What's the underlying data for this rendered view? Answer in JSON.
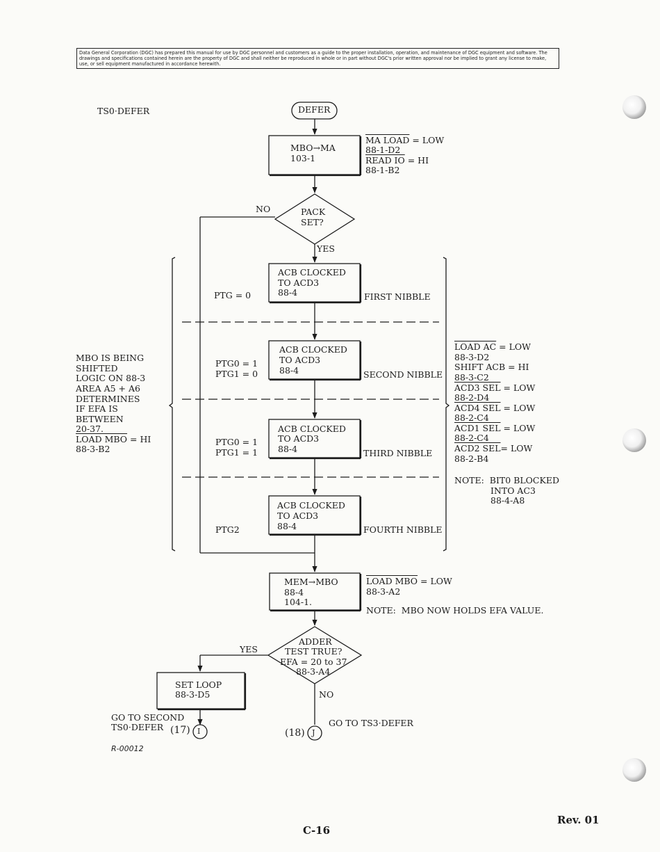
{
  "notice": "Data General Corporation (DGC) has prepared this manual for use by DGC personnel and customers as a guide to the proper installation, operation, and maintenance of DGC equipment and software. The drawings and specifications contained herein are the property of DGC and shall neither be reproduced in whole or in part without DGC's prior written approval nor be implied to grant any license to make, use, or sell equipment manufactured in accordance herewith.",
  "page_label": "TS0·DEFER",
  "start_terminal": "DEFER",
  "box1": {
    "line1": "MBO→MA",
    "line2": "103-1"
  },
  "box1_signals": {
    "s1_name": "MA LOAD",
    "s1_val": " = LOW",
    "s1_ref": "88-1-D2",
    "s2_name": "READ IO",
    "s2_val": " = HI",
    "s2_ref": "88-1-B2"
  },
  "decision1": {
    "line1": "PACK",
    "line2": "SET?",
    "no": "NO",
    "yes": "YES"
  },
  "nibbles": [
    {
      "l1": "ACB CLOCKED",
      "l2": "TO ACD3",
      "l3": "88-4",
      "ptg1": "PTG = 0",
      "ptg2": "",
      "label": "FIRST NIBBLE"
    },
    {
      "l1": "ACB CLOCKED",
      "l2": "TO ACD3",
      "l3": "88-4",
      "ptg1": "PTG0 = 1",
      "ptg2": "PTG1 = 0",
      "label": "SECOND NIBBLE"
    },
    {
      "l1": "ACB CLOCKED",
      "l2": "TO ACD3",
      "l3": "88-4",
      "ptg1": "PTG0 = 1",
      "ptg2": "PTG1 = 1",
      "label": "THIRD NIBBLE"
    },
    {
      "l1": "ACB CLOCKED",
      "l2": "TO ACD3",
      "l3": "88-4",
      "ptg1": "PTG2",
      "ptg2": "",
      "label": "FOURTH NIBBLE"
    }
  ],
  "left_note": {
    "l1": "MBO IS BEING",
    "l2": "SHIFTED",
    "l3": "LOGIC ON 88-3",
    "l4": "AREA A5 + A6",
    "l5": "DETERMINES",
    "l6": "IF EFA IS",
    "l7": "BETWEEN",
    "l8": "20-37.",
    "l9_name": "LOAD MBO",
    "l9_val": " = HI",
    "l10": "88-3-B2"
  },
  "right_signals": {
    "a_name": "LOAD AC",
    "a_val": " = LOW",
    "a_ref": "88-3-D2",
    "b": "SHIFT ACB = HI",
    "b_ref": "88-3-C2",
    "c_name": "ACD3 SEL",
    "c_val": " = LOW",
    "c_ref": "88-2-D4",
    "d_name": "ACD4 SEL",
    "d_val": " = LOW",
    "d_ref": "88-2-C4",
    "e_name": "ACD1 SEL",
    "e_val": " = LOW",
    "e_ref": "88-2-C4",
    "f_name": "ACD2 SEL",
    "f_val": "= LOW",
    "f_ref": "88-2-B4",
    "note1": "NOTE:  BIT0 BLOCKED",
    "note2": "INTO AC3",
    "note3": "88-4-A8"
  },
  "box_mem": {
    "l1": "MEM→MBO",
    "l2": "88-4",
    "l3": "104-1."
  },
  "box_mem_signals": {
    "name": "LOAD MBO",
    "val": " = LOW",
    "ref": "88-3-A2",
    "note": "NOTE:  MBO NOW HOLDS EFA VALUE."
  },
  "decision2": {
    "l1": "ADDER",
    "l2": "TEST TRUE?",
    "l3": "EFA = 20 to 37",
    "l4": "88-3-A4",
    "yes": "YES",
    "no": "NO"
  },
  "box_loop": {
    "l1": "SET LOOP",
    "l2": "88-3-D5"
  },
  "goto_left": {
    "l1": "GO TO SECOND",
    "l2": "TS0·DEFER",
    "num": "(17)",
    "conn": "I"
  },
  "goto_right": {
    "text": "GO TO TS3·DEFER",
    "num": "(18)",
    "conn": "J"
  },
  "drawing_number": "R-00012",
  "page_number": "C-16",
  "revision": "Rev.  01"
}
